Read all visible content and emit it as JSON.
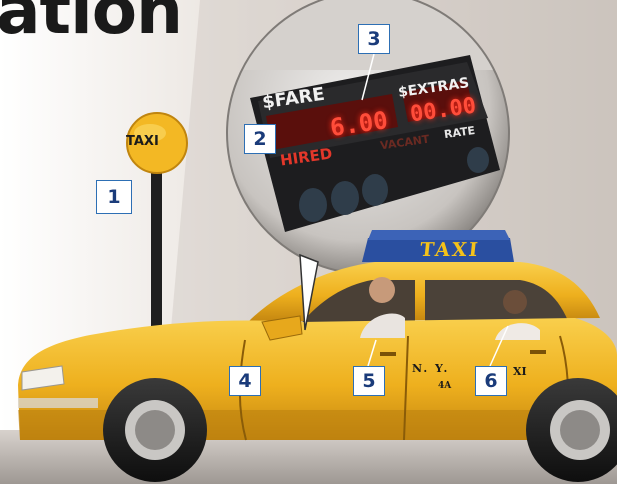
{
  "heading": "ation",
  "pole_sign": "TAXI",
  "roof_sign": "TAXI",
  "meter": {
    "fare_label": "$FARE",
    "extras_label": "$EXTRAS",
    "fare_value": "6.00",
    "extras_value": "00.00",
    "hired": "HIRED",
    "vacant": "VACANT",
    "rate": "RATE"
  },
  "door": {
    "line1": "N. Y.",
    "line2": "XI",
    "line3": "4A"
  },
  "callouts": [
    "1",
    "2",
    "3",
    "4",
    "5",
    "6"
  ],
  "colors": {
    "taxi_yellow": "#f2b521",
    "callout_border": "#2d6fb4",
    "meter_led": "#ff4d3a",
    "roof_sign_blue": "#2a4fa0"
  }
}
